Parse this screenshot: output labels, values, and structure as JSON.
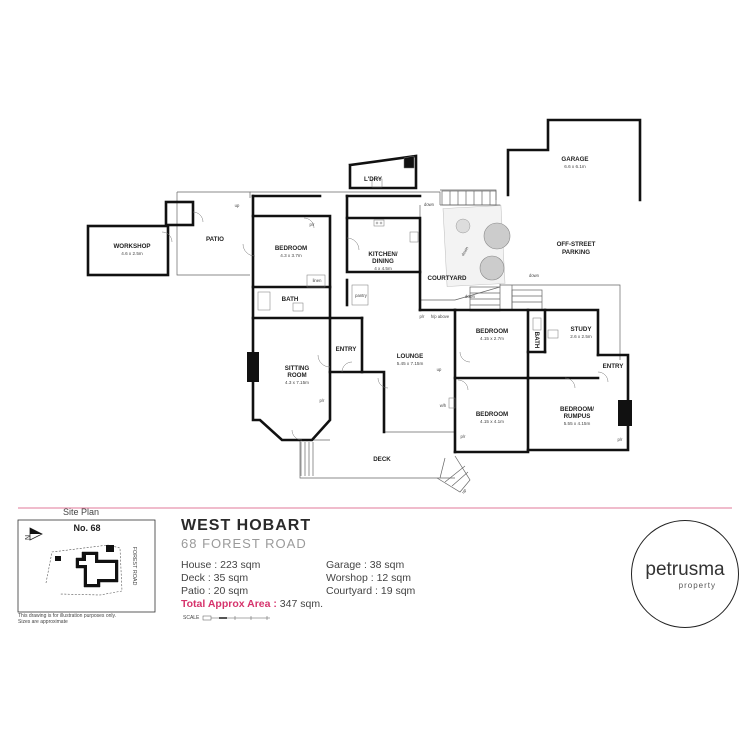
{
  "rooms": {
    "workshop": {
      "name": "WORKSHOP",
      "dims": "4.6 x 2.5m"
    },
    "patio": {
      "name": "PATIO"
    },
    "bedroom1": {
      "name": "BEDROOM",
      "dims": "4.3 x 3.7m"
    },
    "kitchen_name1": "KITCHEN/",
    "kitchen_name2": "DINING",
    "kitchen_dims": "4 x 4.5m",
    "laundry": {
      "name": "L'DRY"
    },
    "garage": {
      "name": "GARAGE",
      "dims": "6.6 x 6.1m"
    },
    "offstreet1": "OFF-STREET",
    "offstreet2": "PARKING",
    "courtyard": {
      "name": "COURTYARD"
    },
    "bath1": {
      "name": "BATH"
    },
    "sitting1": "SITTING",
    "sitting2": "ROOM",
    "sitting_dims": "4.3 x 7.15m",
    "entry1": {
      "name": "ENTRY"
    },
    "lounge": {
      "name": "LOUNGE",
      "dims": "5.45 x 7.15m"
    },
    "bedroom2": {
      "name": "BEDROOM",
      "dims": "4.15 x 2.7m"
    },
    "bath2": {
      "name": "BATH"
    },
    "study": {
      "name": "STUDY",
      "dims": "2.6 x 2.5m"
    },
    "entry2": {
      "name": "ENTRY"
    },
    "bedroom3": {
      "name": "BEDROOM",
      "dims": "4.15 x 4.1m"
    },
    "rumpus1": "BEDROOM/",
    "rumpus2": "RUMPUS",
    "rumpus_dims": "5.55 x 4.15m",
    "deck": {
      "name": "DECK"
    }
  },
  "annotations": {
    "up1": "up",
    "pr1": "p/r",
    "linen": "linen",
    "pantry": "pantry",
    "down1": "down",
    "down2": "down",
    "down3": "down",
    "ddown": "down",
    "pr2": "p/r",
    "pr3": "p/r",
    "hp_above": "h/p above",
    "up2": "up",
    "wh": "w/h",
    "pr4": "p/r",
    "pr5": "p/r",
    "up3": "up"
  },
  "site_plan": {
    "label": "Site Plan",
    "number": "No. 68",
    "road": "FOREST ROAD",
    "north": "N"
  },
  "title": "WEST HOBART",
  "address": "68 FOREST ROAD",
  "areas": {
    "house": "House : 223 sqm",
    "deck": "Deck : 35 sqm",
    "patio": "Patio : 20 sqm",
    "garage": "Garage : 38 sqm",
    "workshop": "Worshop : 12 sqm",
    "courtyard": "Courtyard : 19 sqm"
  },
  "total_label": "Total Approx Area :",
  "total_value": " 347 sqm.",
  "scale_label": "SCALE",
  "disclaimer1": "This drawing is for illustration purposes only.",
  "disclaimer2": "Sizes are approximate",
  "logo": {
    "name": "petrusma",
    "tagline": "property"
  },
  "colors": {
    "accent": "#d6336c",
    "wall": "#111111"
  }
}
